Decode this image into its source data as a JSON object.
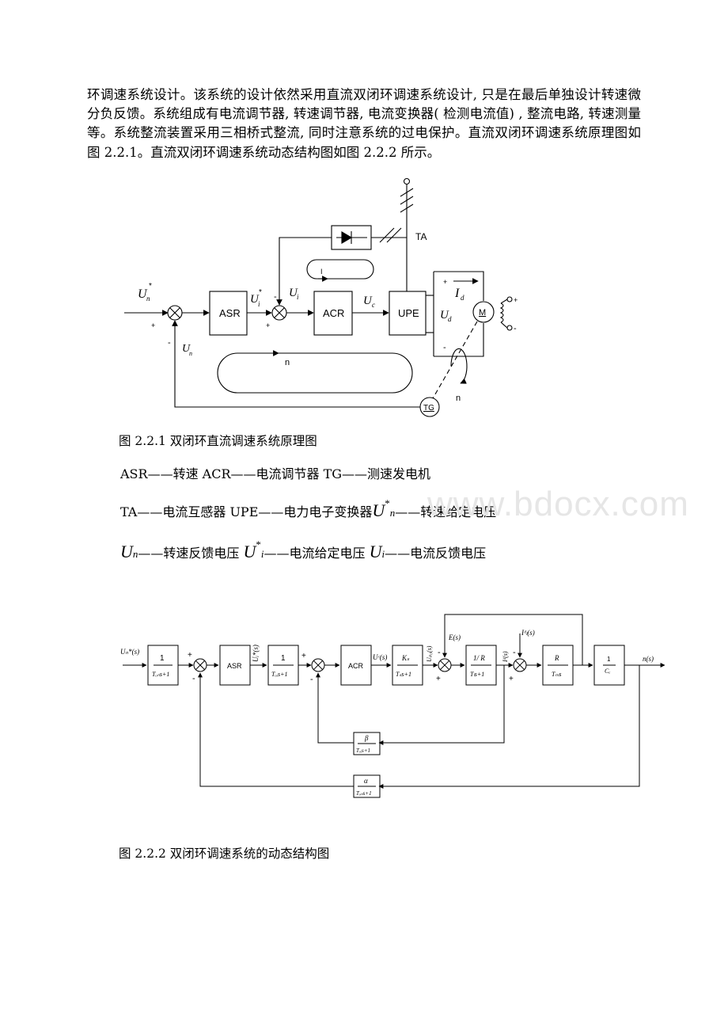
{
  "paragraph": "环调速系统设计。该系统的设计依然采用直流双闭环调速系统设计, 只是在最后单独设计转速微分负反馈。系统组成有电流调节器, 转速调节器, 电流变换器( 检测电流值) , 整流电路, 转速测量等。系统整流装置采用三相桥式整流, 同时注意系统的过电保护。直流双闭环调速系统原理图如图 2.2.1。直流双闭环调速系统动态结构图如图 2.2.2 所示。",
  "figure1": {
    "caption": "图 2.2.1 双闭环直流调速系统原理图",
    "blocks": {
      "asr": "ASR",
      "acr": "ACR",
      "upe": "UPE",
      "motor": "M",
      "tg": "TG"
    },
    "labels": {
      "ta": "TA",
      "un_star": "U",
      "un_star_sub": "n",
      "un_star_sup": "*",
      "ui_star": "U",
      "ui_star_sub": "i",
      "ui_star_sup": "*",
      "ui": "U",
      "ui_sub": "i",
      "uc": "U",
      "uc_sub": "c",
      "id": "I",
      "id_sub": "d",
      "ud": "U",
      "ud_sub": "d",
      "un": "U",
      "un_sub": "n",
      "loop_i": "I",
      "loop_n": "n",
      "n_rot": "n",
      "plus": "+",
      "minus": "-"
    }
  },
  "legend": {
    "line1": "ASR——转速  ACR——电流调节器  TG——测速发电机",
    "line2": "TA——电流互感器 UPE——电力电子变换器",
    "line2_sym": "U",
    "line2_sub": "n",
    "line2_sup": "*",
    "line2_tail": "——转速给定电压",
    "line3_sym1": "U",
    "line3_sub1": "n",
    "line3_text1": "——转速反馈电压",
    "line3_sym2": "U",
    "line3_sub2": "i",
    "line3_sup2": "*",
    "line3_text2": "——电流给定电压",
    "line3_sym3": "U",
    "line3_sub3": "i",
    "line3_text3": "——电流反馈电压"
  },
  "watermark": "www.bdocx.com",
  "figure2": {
    "caption": "图 2.2.2 双闭环调速系统的动态结构图",
    "input": "Uₙ*(s)",
    "output": "n(s)",
    "filter1_num": "1",
    "filter1_den": "Tₒₙs+1",
    "asr": "ASR",
    "filter2_num": "1",
    "filter2_den": "Tₒᵢs+1",
    "acr": "ACR",
    "uc_label": "Uᶜ(s)",
    "ks_num": "Kₛ",
    "ks_den": "Tₛs+1",
    "ud0_label": "Uₚ₀(s)",
    "e_label": "E(s)",
    "r1_num": "1/ R",
    "r1_den": "Tₗs+1",
    "id_label": "Iᵈ(s)",
    "idl_label": "Iᵈₗ(s)",
    "r2_num": "R",
    "r2_den": "Tₘs",
    "ce_num": "1",
    "ce_den": "Cₑ",
    "ui_star_label": "Uᵢ*(s)",
    "beta_num": "β",
    "beta_den": "Tₒᵢs+1",
    "alpha_num": "α",
    "alpha_den": "Tₒₙs+1",
    "plus": "+",
    "minus": "-"
  }
}
